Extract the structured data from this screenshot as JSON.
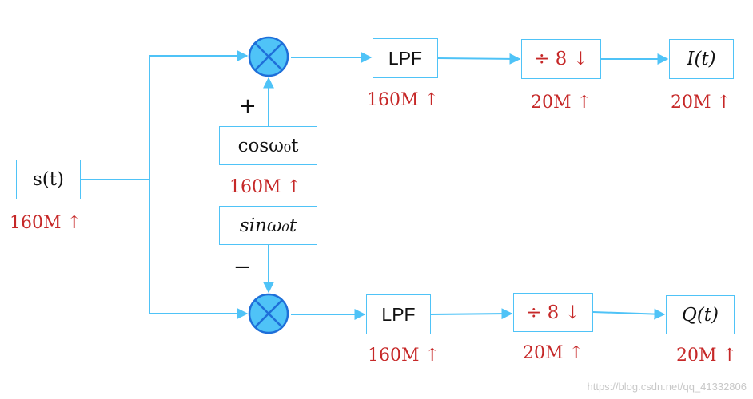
{
  "blocks": {
    "source": "s(t)",
    "mixer_top": "",
    "mixer_bottom": "",
    "cos_osc": "cosω₀t",
    "sin_osc": "sinω₀t",
    "lpf_top": "LPF",
    "lpf_bottom": "LPF",
    "decim_top": "÷ 8 ↓",
    "decim_bottom": "÷ 8 ↓",
    "out_i": "I(t)",
    "out_q": "Q(t)"
  },
  "rates": {
    "source": "160M ↑",
    "cos_osc": "160M ↑",
    "lpf_top": "160M ↑",
    "lpf_bottom": "160M ↑",
    "decim_top": "20M ↑",
    "decim_bottom": "20M ↑",
    "out_i": "20M ↑",
    "out_q": "20M ↑"
  },
  "signs": {
    "top": "+",
    "bottom": "−"
  },
  "watermark": "https://blog.csdn.net/qq_41332806",
  "colors": {
    "line": "#4fc3f7",
    "mixer_fill": "#4fc3f7",
    "mixer_stroke": "#1e6fd9",
    "rate_text": "#c62828"
  }
}
